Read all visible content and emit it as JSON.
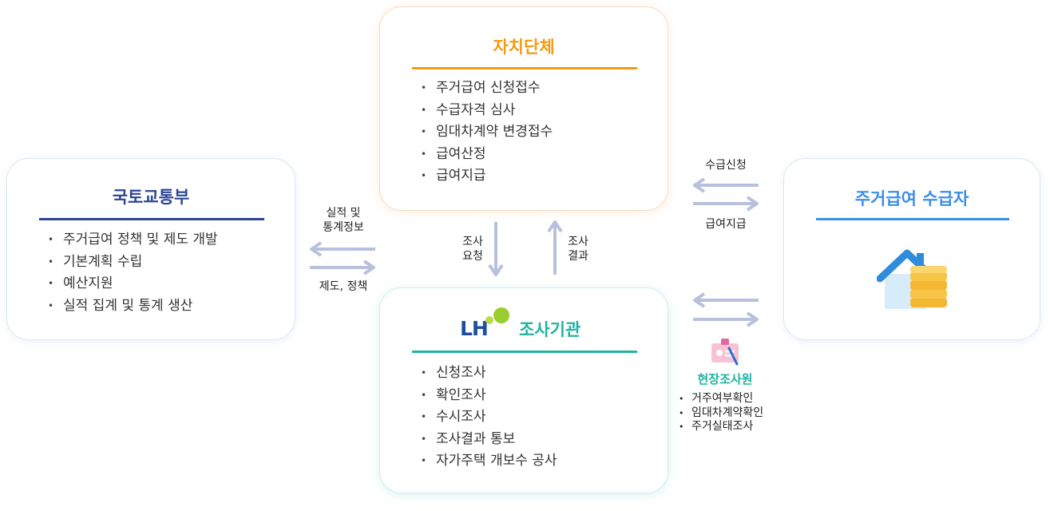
{
  "colors": {
    "navy": "#2b4593",
    "orange": "#f39c12",
    "teal": "#1fb3a2",
    "blue": "#3d8ee8",
    "arrow": "#b7c1dc"
  },
  "molit": {
    "title": "국토교통부",
    "items": [
      "주거급여 정책 및 제도 개발",
      "기본계획 수립",
      "예산지원",
      "실적 집계 및 통계 생산"
    ]
  },
  "local_gov": {
    "title": "자치단체",
    "items": [
      "주거급여 신청접수",
      "수급자격 심사",
      "임대차계약 변경접수",
      "급여산정",
      "급여지급"
    ]
  },
  "survey_agency": {
    "logo_text": "LH",
    "title": "조사기관",
    "items": [
      "신청조사",
      "확인조사",
      "수시조사",
      "조사결과 통보",
      "자가주택 개보수 공사"
    ]
  },
  "recipient": {
    "title": "주거급여 수급자",
    "icon": "house-coins-icon"
  },
  "flows": {
    "molit_up_label": "실적 및\n통계정보",
    "molit_down_label": "제도, 정책",
    "survey_request": "조사\n요청",
    "survey_result": "조사\n결과",
    "apply_label": "수급신청",
    "pay_label": "급여지급"
  },
  "field_researcher": {
    "title": "현장조사원",
    "icon": "id-card-icon",
    "items": [
      "거주여부확인",
      "임대차계약확인",
      "주거실태조사"
    ]
  }
}
